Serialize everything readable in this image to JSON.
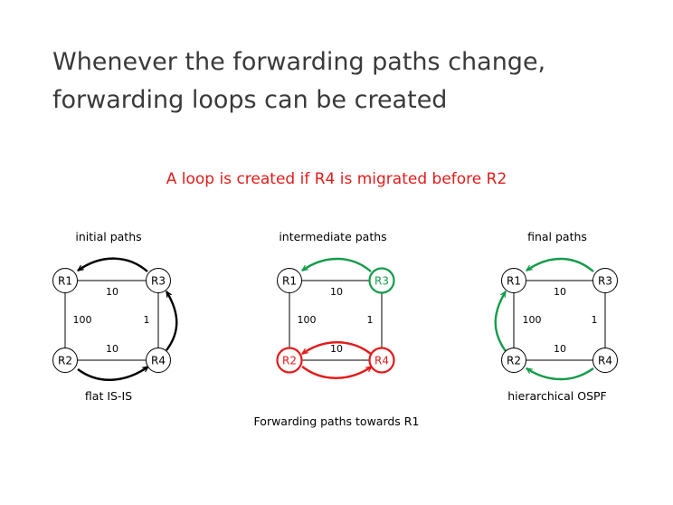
{
  "title": {
    "line1": "Whenever the forwarding paths change,",
    "line2": "forwarding loops can be created"
  },
  "subtitle": "A loop is created if R4 is migrated before R2",
  "caption": "Forwarding paths towards R1",
  "colors": {
    "red": "#e31b1b",
    "green": "#139c4a",
    "black": "#000000",
    "title": "#3a3a3a"
  },
  "panels": [
    {
      "heading": "initial paths",
      "footer": "flat IS-IS",
      "routers": {
        "r1": "R1",
        "r2": "R2",
        "r3": "R3",
        "r4": "R4"
      },
      "weights": {
        "top": "10",
        "bottom": "10",
        "left": "100",
        "right": "1"
      },
      "node_colors": {
        "r1": "#000000",
        "r2": "#000000",
        "r3": "#000000",
        "r4": "#000000"
      },
      "path_color": "#000000",
      "paths": [
        "R3→R1",
        "R2→R4",
        "R4→R3"
      ]
    },
    {
      "heading": "intermediate paths",
      "footer": "",
      "routers": {
        "r1": "R1",
        "r2": "R2",
        "r3": "R3",
        "r4": "R4"
      },
      "weights": {
        "top": "10",
        "bottom": "10",
        "left": "100",
        "right": "1"
      },
      "node_colors": {
        "r1": "#000000",
        "r2": "#e31b1b",
        "r3": "#139c4a",
        "r4": "#e31b1b"
      },
      "paths": [
        "R3→R1",
        "R2→R4",
        "R4→R2"
      ]
    },
    {
      "heading": "final paths",
      "footer": "hierarchical OSPF",
      "routers": {
        "r1": "R1",
        "r2": "R2",
        "r3": "R3",
        "r4": "R4"
      },
      "weights": {
        "top": "10",
        "bottom": "10",
        "left": "100",
        "right": "1"
      },
      "node_colors": {
        "r1": "#000000",
        "r2": "#000000",
        "r3": "#000000",
        "r4": "#000000"
      },
      "path_color": "#139c4a",
      "paths": [
        "R3→R1",
        "R4→R2",
        "R2→R1"
      ]
    }
  ]
}
